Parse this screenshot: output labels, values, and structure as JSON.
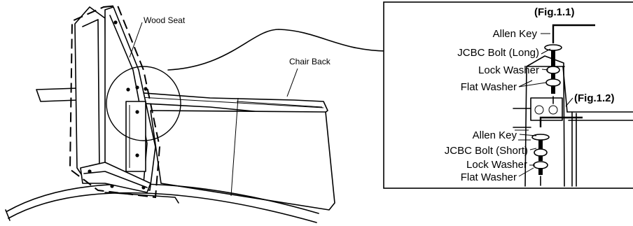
{
  "main_view": {
    "label_wood_seat": "Wood Seat",
    "label_chair_back": "Chair Back"
  },
  "detail": {
    "fig_1_1": "(Fig.1.1)",
    "fig_1_2": "(Fig.1.2)",
    "upper_parts": [
      "Allen Key",
      "JCBC Bolt (Long)",
      "Lock Washer",
      "Flat Washer"
    ],
    "lower_parts": [
      "Allen Key",
      "JCBC Bolt (Short)",
      "Lock Washer",
      "Flat Washer"
    ]
  }
}
